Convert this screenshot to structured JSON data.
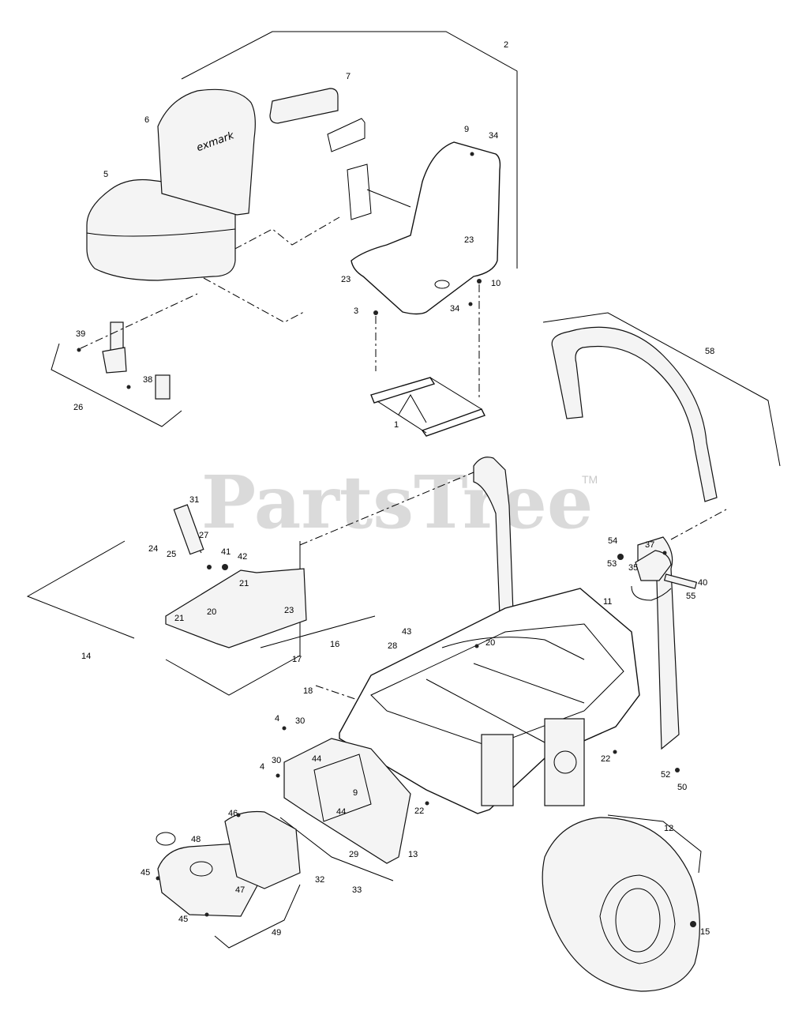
{
  "watermark": {
    "text": "PartsTree",
    "tm": "TM"
  },
  "labels": [
    "1",
    "2",
    "3",
    "4",
    "4",
    "5",
    "6",
    "7",
    "9",
    "9",
    "10",
    "11",
    "12",
    "13",
    "14",
    "15",
    "16",
    "17",
    "18",
    "20",
    "20",
    "21",
    "21",
    "22",
    "22",
    "23",
    "23",
    "23",
    "24",
    "25",
    "26",
    "27",
    "28",
    "29",
    "30",
    "30",
    "31",
    "32",
    "33",
    "34",
    "34",
    "35",
    "37",
    "38",
    "39",
    "40",
    "41",
    "42",
    "43",
    "44",
    "44",
    "45",
    "45",
    "46",
    "47",
    "48",
    "49",
    "50",
    "52",
    "53",
    "54",
    "55",
    "58"
  ]
}
